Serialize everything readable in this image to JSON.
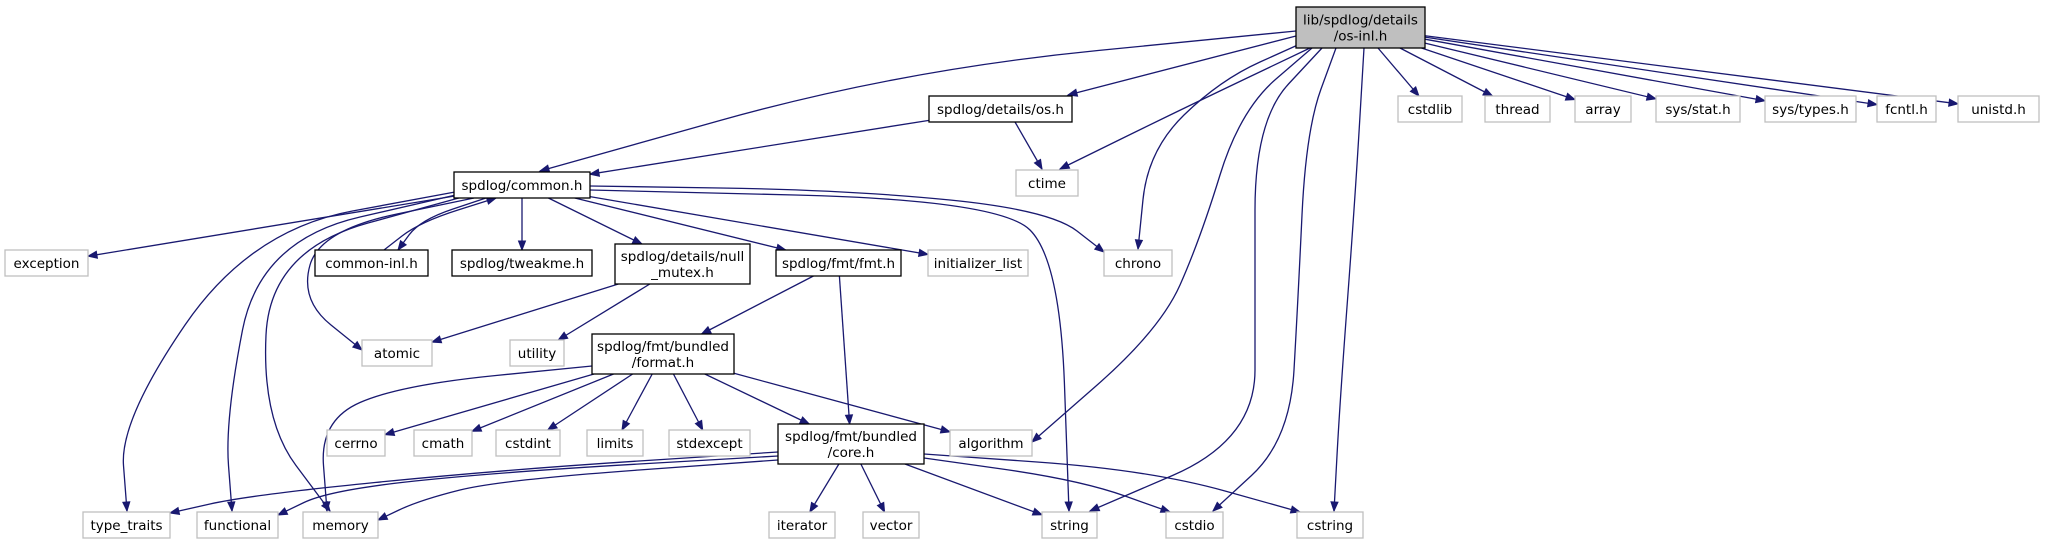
{
  "nodes": [
    {
      "id": "root",
      "lines": [
        "lib/spdlog/details",
        "/os-inl.h"
      ],
      "kind": "root"
    },
    {
      "id": "os_h",
      "lines": [
        "spdlog/details/os.h"
      ],
      "kind": "doc"
    },
    {
      "id": "common_h",
      "lines": [
        "spdlog/common.h"
      ],
      "kind": "doc"
    },
    {
      "id": "ctime",
      "lines": [
        "ctime"
      ],
      "kind": "ext"
    },
    {
      "id": "chrono",
      "lines": [
        "chrono"
      ],
      "kind": "ext"
    },
    {
      "id": "cstdlib",
      "lines": [
        "cstdlib"
      ],
      "kind": "ext"
    },
    {
      "id": "thread",
      "lines": [
        "thread"
      ],
      "kind": "ext"
    },
    {
      "id": "array",
      "lines": [
        "array"
      ],
      "kind": "ext"
    },
    {
      "id": "sys_stat",
      "lines": [
        "sys/stat.h"
      ],
      "kind": "ext"
    },
    {
      "id": "sys_types",
      "lines": [
        "sys/types.h"
      ],
      "kind": "ext"
    },
    {
      "id": "fcntl",
      "lines": [
        "fcntl.h"
      ],
      "kind": "ext"
    },
    {
      "id": "unistd",
      "lines": [
        "unistd.h"
      ],
      "kind": "ext"
    },
    {
      "id": "exception",
      "lines": [
        "exception"
      ],
      "kind": "ext"
    },
    {
      "id": "common_inl",
      "lines": [
        "common-inl.h"
      ],
      "kind": "doc"
    },
    {
      "id": "tweakme",
      "lines": [
        "spdlog/tweakme.h"
      ],
      "kind": "doc"
    },
    {
      "id": "null_mutex",
      "lines": [
        "spdlog/details/null",
        "_mutex.h"
      ],
      "kind": "doc"
    },
    {
      "id": "fmt_h",
      "lines": [
        "spdlog/fmt/fmt.h"
      ],
      "kind": "doc"
    },
    {
      "id": "initializer_list",
      "lines": [
        "initializer_list"
      ],
      "kind": "ext"
    },
    {
      "id": "atomic",
      "lines": [
        "atomic"
      ],
      "kind": "ext"
    },
    {
      "id": "utility",
      "lines": [
        "utility"
      ],
      "kind": "ext"
    },
    {
      "id": "format_h",
      "lines": [
        "spdlog/fmt/bundled",
        "/format.h"
      ],
      "kind": "doc"
    },
    {
      "id": "cerrno",
      "lines": [
        "cerrno"
      ],
      "kind": "ext"
    },
    {
      "id": "cmath",
      "lines": [
        "cmath"
      ],
      "kind": "ext"
    },
    {
      "id": "cstdint",
      "lines": [
        "cstdint"
      ],
      "kind": "ext"
    },
    {
      "id": "limits",
      "lines": [
        "limits"
      ],
      "kind": "ext"
    },
    {
      "id": "stdexcept",
      "lines": [
        "stdexcept"
      ],
      "kind": "ext"
    },
    {
      "id": "core_h",
      "lines": [
        "spdlog/fmt/bundled",
        "/core.h"
      ],
      "kind": "doc"
    },
    {
      "id": "algorithm",
      "lines": [
        "algorithm"
      ],
      "kind": "ext"
    },
    {
      "id": "type_traits",
      "lines": [
        "type_traits"
      ],
      "kind": "ext"
    },
    {
      "id": "functional",
      "lines": [
        "functional"
      ],
      "kind": "ext"
    },
    {
      "id": "memory",
      "lines": [
        "memory"
      ],
      "kind": "ext"
    },
    {
      "id": "iterator",
      "lines": [
        "iterator"
      ],
      "kind": "ext"
    },
    {
      "id": "vector",
      "lines": [
        "vector"
      ],
      "kind": "ext"
    },
    {
      "id": "string",
      "lines": [
        "string"
      ],
      "kind": "ext"
    },
    {
      "id": "cstdio",
      "lines": [
        "cstdio"
      ],
      "kind": "ext"
    },
    {
      "id": "cstring",
      "lines": [
        "cstring"
      ],
      "kind": "ext"
    }
  ],
  "edges": [
    {
      "from": "root",
      "to": "os_h"
    },
    {
      "from": "root",
      "to": "common_h"
    },
    {
      "from": "root",
      "to": "ctime"
    },
    {
      "from": "root",
      "to": "chrono"
    },
    {
      "from": "root",
      "to": "algorithm"
    },
    {
      "from": "root",
      "to": "string"
    },
    {
      "from": "root",
      "to": "cstdio"
    },
    {
      "from": "root",
      "to": "cstring"
    },
    {
      "from": "root",
      "to": "cstdlib"
    },
    {
      "from": "root",
      "to": "thread"
    },
    {
      "from": "root",
      "to": "array"
    },
    {
      "from": "root",
      "to": "sys_stat"
    },
    {
      "from": "root",
      "to": "sys_types"
    },
    {
      "from": "root",
      "to": "fcntl"
    },
    {
      "from": "root",
      "to": "unistd"
    },
    {
      "from": "os_h",
      "to": "common_h"
    },
    {
      "from": "os_h",
      "to": "ctime"
    },
    {
      "from": "common_h",
      "to": "exception"
    },
    {
      "from": "common_h",
      "to": "type_traits"
    },
    {
      "from": "common_h",
      "to": "functional"
    },
    {
      "from": "common_h",
      "to": "memory"
    },
    {
      "from": "common_h",
      "to": "atomic"
    },
    {
      "from": "common_h",
      "to": "common_inl"
    },
    {
      "from": "common_inl",
      "to": "common_h"
    },
    {
      "from": "common_h",
      "to": "tweakme"
    },
    {
      "from": "common_h",
      "to": "null_mutex"
    },
    {
      "from": "common_h",
      "to": "fmt_h"
    },
    {
      "from": "common_h",
      "to": "initializer_list"
    },
    {
      "from": "common_h",
      "to": "chrono"
    },
    {
      "from": "common_h",
      "to": "string"
    },
    {
      "from": "null_mutex",
      "to": "atomic"
    },
    {
      "from": "null_mutex",
      "to": "utility"
    },
    {
      "from": "fmt_h",
      "to": "format_h"
    },
    {
      "from": "fmt_h",
      "to": "core_h"
    },
    {
      "from": "format_h",
      "to": "memory"
    },
    {
      "from": "format_h",
      "to": "cerrno"
    },
    {
      "from": "format_h",
      "to": "cmath"
    },
    {
      "from": "format_h",
      "to": "cstdint"
    },
    {
      "from": "format_h",
      "to": "limits"
    },
    {
      "from": "format_h",
      "to": "stdexcept"
    },
    {
      "from": "format_h",
      "to": "core_h"
    },
    {
      "from": "format_h",
      "to": "algorithm"
    },
    {
      "from": "core_h",
      "to": "type_traits"
    },
    {
      "from": "core_h",
      "to": "functional"
    },
    {
      "from": "core_h",
      "to": "memory"
    },
    {
      "from": "core_h",
      "to": "iterator"
    },
    {
      "from": "core_h",
      "to": "vector"
    },
    {
      "from": "core_h",
      "to": "string"
    },
    {
      "from": "core_h",
      "to": "cstdio"
    },
    {
      "from": "core_h",
      "to": "cstring"
    }
  ]
}
